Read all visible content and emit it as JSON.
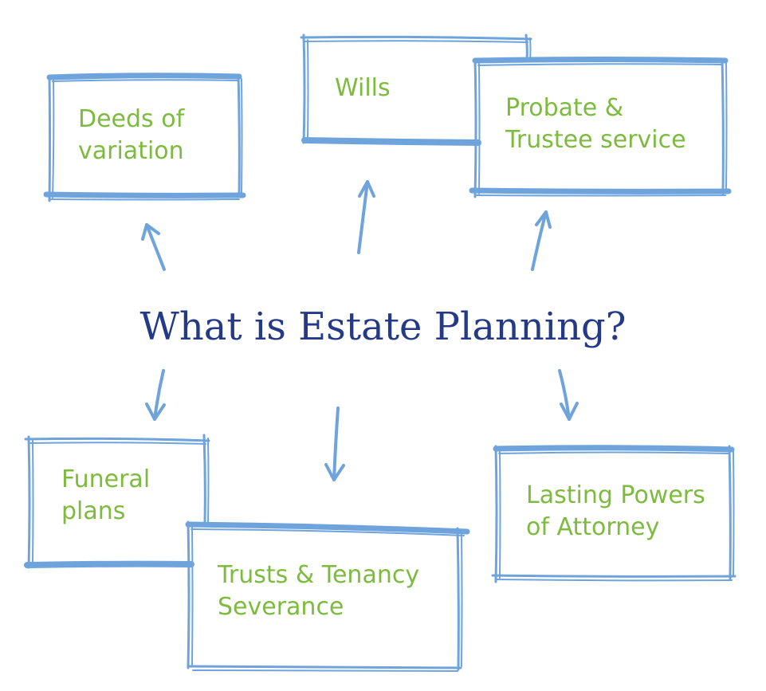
{
  "title": "What is Estate Planning?",
  "colors": {
    "title": "#243a86",
    "label": "#7dbb3f",
    "stroke": "#6fa3dc"
  },
  "boxes": {
    "deeds": [
      "Deeds of",
      "variation"
    ],
    "wills": [
      "Wills"
    ],
    "probate": [
      "Probate &",
      "Trustee service"
    ],
    "funeral": [
      "Funeral",
      "plans"
    ],
    "trusts": [
      "Trusts & Tenancy",
      "Severance"
    ],
    "lpa": [
      "Lasting Powers",
      "of Attorney"
    ]
  }
}
